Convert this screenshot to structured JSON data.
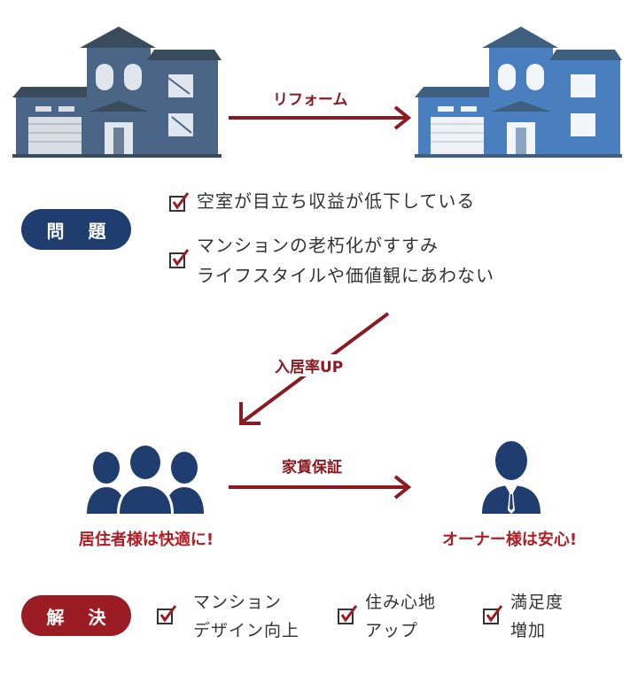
{
  "top_arrow_label": "リフォーム",
  "problem": {
    "badge": "問 題",
    "items": [
      {
        "line1": "空室が目立ち収益が低下している",
        "line2": ""
      },
      {
        "line1": "マンションの老朽化がすすみ",
        "line2": "ライフスタイルや価値観にあわない"
      }
    ]
  },
  "diagonal_arrow_label": "入居率UP",
  "middle_arrow_label": "家賃保証",
  "tenants_caption": "居住者様は快適に!",
  "owner_caption": "オーナー様は安心!",
  "solution": {
    "badge": "解 決",
    "items": [
      {
        "line1": "マンション",
        "line2": "デザイン向上"
      },
      {
        "line1": "住み心地",
        "line2": "アップ"
      },
      {
        "line1": "満足度",
        "line2": "増加"
      }
    ]
  },
  "colors": {
    "navy": "#1f3d6e",
    "red": "#9b1c22",
    "house_old": "#4a6585",
    "house_new": "#4a7fbf"
  }
}
